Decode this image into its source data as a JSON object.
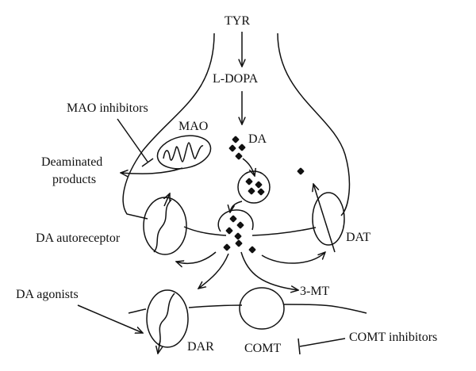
{
  "diagram": {
    "labels": {
      "tyr": "TYR",
      "ldopa": "L-DOPA",
      "mao_inhibitors": "MAO inhibitors",
      "mao": "MAO",
      "da": "DA",
      "deaminated_line1": "Deaminated",
      "deaminated_line2": "products",
      "da_autoreceptor": "DA autoreceptor",
      "dat": "DAT",
      "three_mt": "3-MT",
      "da_agonists": "DA agonists",
      "dar": "DAR",
      "comt": "COMT",
      "comt_inhibitors": "COMT inhibitors"
    },
    "colors": {
      "ink": "#111111",
      "background": "#ffffff"
    }
  }
}
